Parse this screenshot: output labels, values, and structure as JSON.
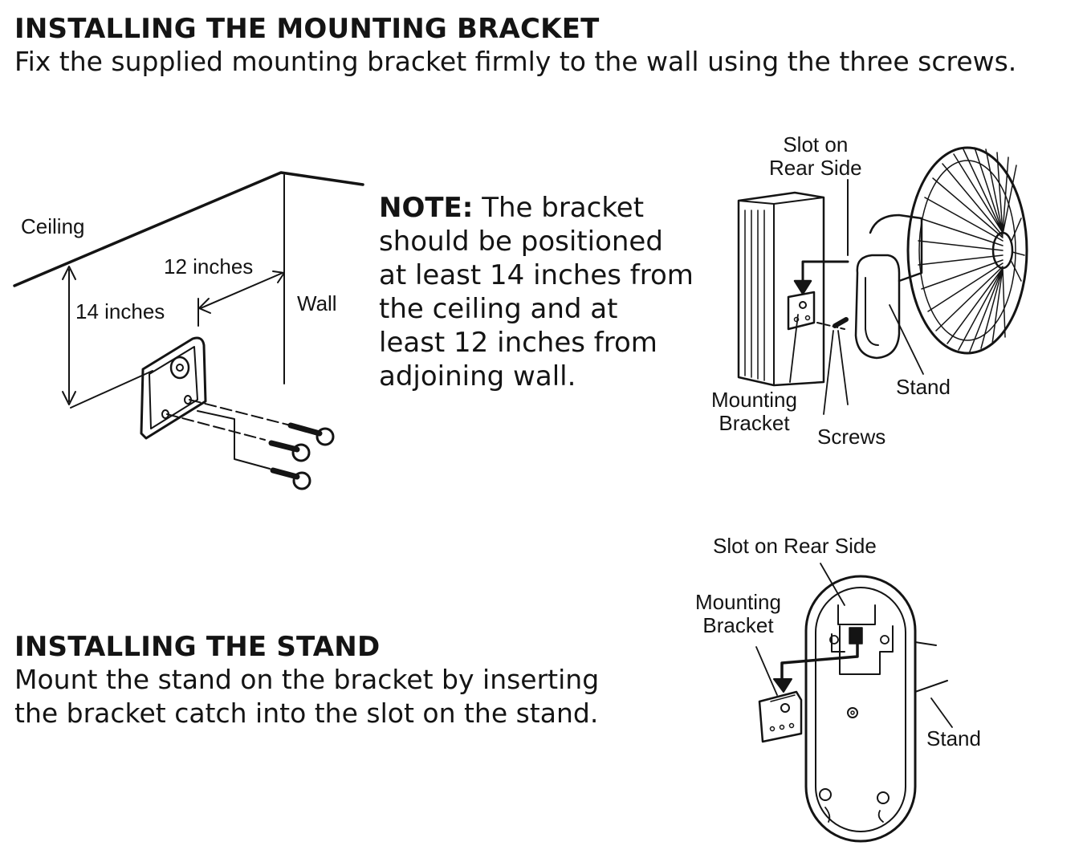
{
  "section1": {
    "title": "INSTALLING THE MOUNTING BRACKET",
    "body": "Fix the supplied mounting bracket firmly to the wall using the three screws."
  },
  "note": {
    "label": "NOTE:",
    "lines": [
      "The bracket",
      "should be positioned",
      "at least 14 inches from",
      "the ceiling and at",
      "least 12 inches from",
      "adjoining wall."
    ]
  },
  "figure1": {
    "ceiling": "Ceiling",
    "wall": "Wall",
    "dist_wall": "12 inches",
    "dist_ceiling": "14 inches"
  },
  "figure2": {
    "slot_line1": "Slot on",
    "slot_line2": "Rear Side",
    "bracket_line1": "Mounting",
    "bracket_line2": "Bracket",
    "screws": "Screws",
    "stand": "Stand"
  },
  "section2": {
    "title": "INSTALLING THE STAND",
    "body_line1": "Mount the stand on the bracket by inserting",
    "body_line2": "the bracket catch into the slot on the stand."
  },
  "figure3": {
    "slot": "Slot on Rear Side",
    "bracket_line1": "Mounting",
    "bracket_line2": "Bracket",
    "stand": "Stand"
  }
}
